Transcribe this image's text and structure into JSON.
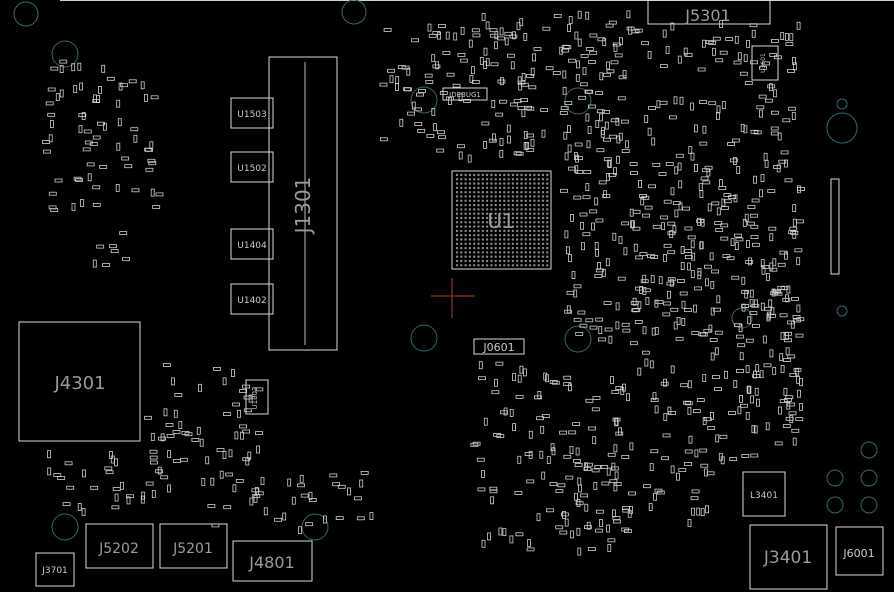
{
  "board": {
    "background": "#000000",
    "outline_color": "#d9d9d9",
    "hole_color": "#2f6b6b",
    "label_color": "#9a9a9a",
    "marker_color": "#b23a3a"
  },
  "components": {
    "j5301": "J5301",
    "j1301": "J1301",
    "u1": "U1",
    "j4301": "J4301",
    "u1503": "U1503",
    "u1502": "U1502",
    "u1404": "U1404",
    "u1402": "U1402",
    "jdebug1": "JDEBUG1",
    "j0601": "J0601",
    "j5202": "J5202",
    "j5201": "J5201",
    "j4801": "J4801",
    "j3701": "J3701",
    "j3401": "J3401",
    "j6001": "J6001",
    "l3401": "L3401",
    "u1803": "U1803",
    "u3601": "U3601"
  }
}
